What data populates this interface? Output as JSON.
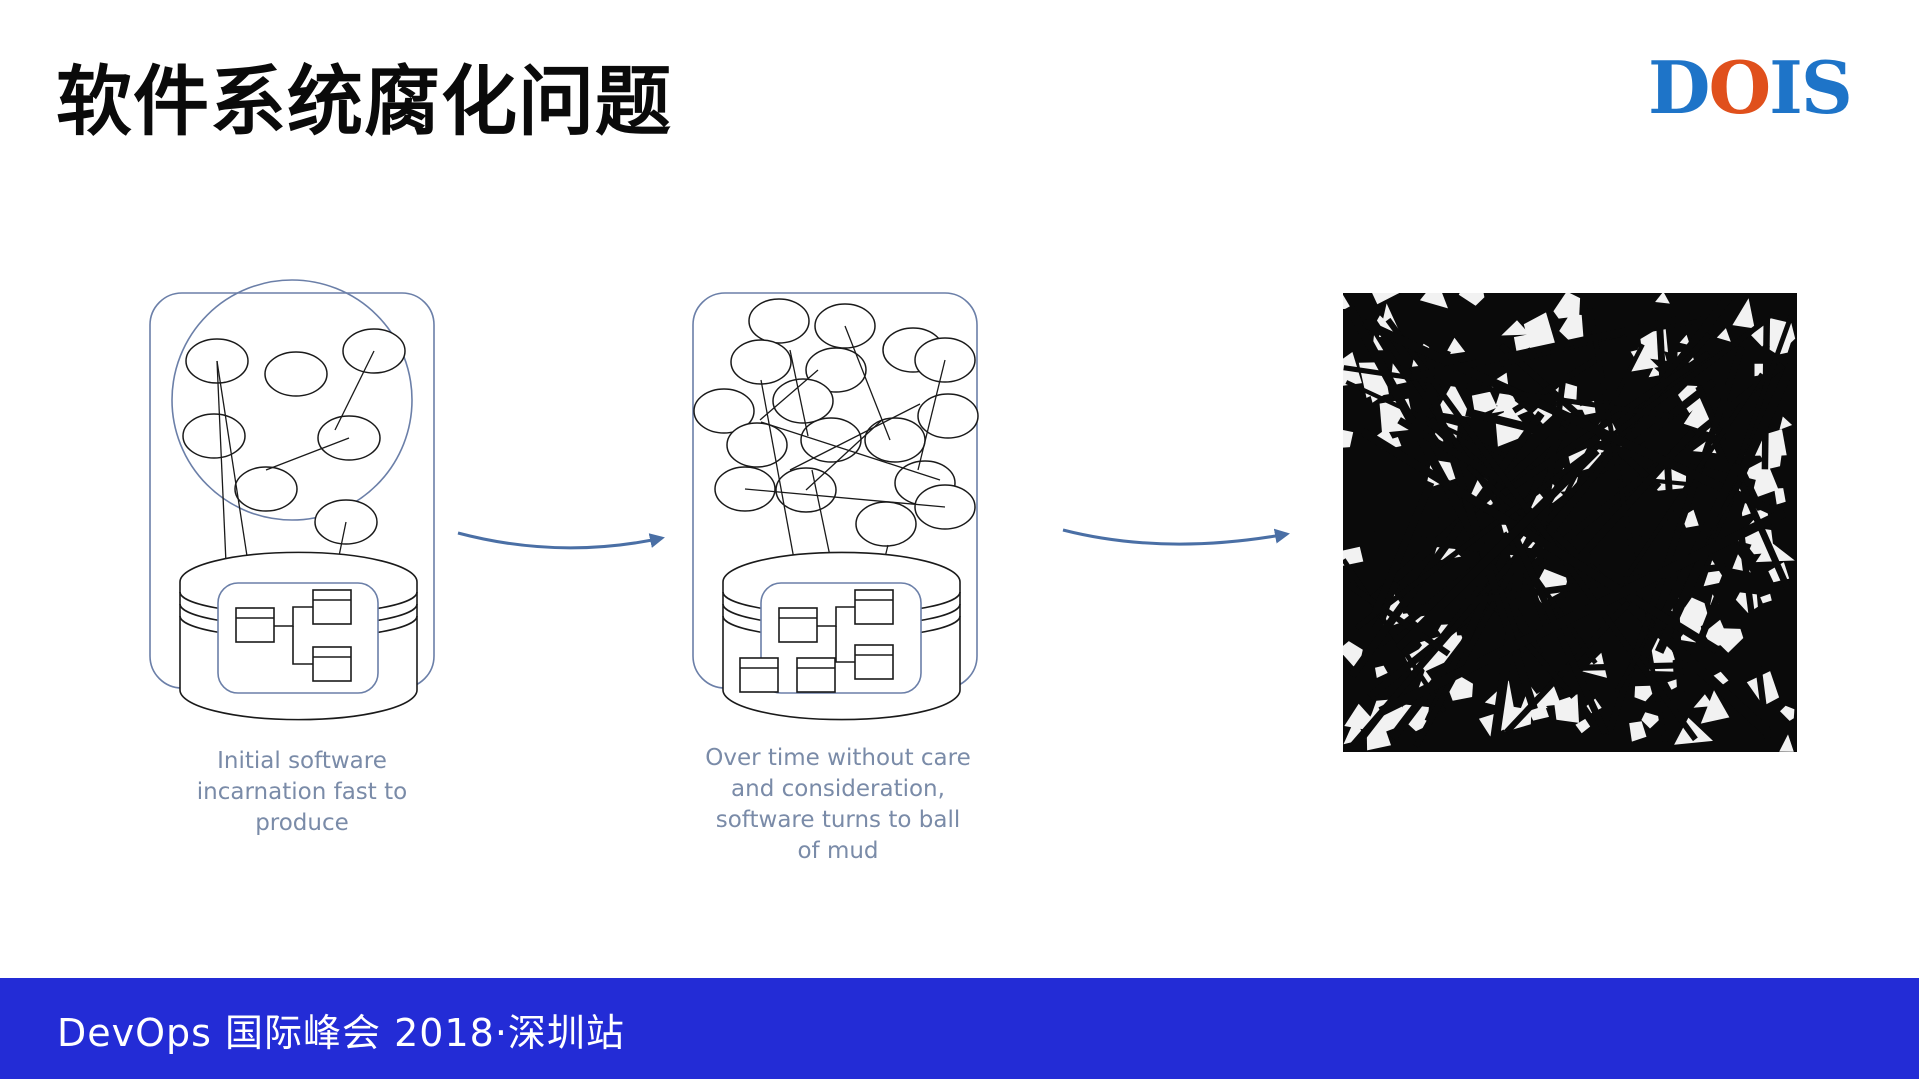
{
  "slide": {
    "title": "软件系统腐化问题",
    "logo": {
      "letters": [
        "D",
        "O",
        "I",
        "S"
      ],
      "colors": [
        "#1e74c8",
        "#e0501c",
        "#1e74c8",
        "#1e74c8"
      ]
    }
  },
  "diagram": {
    "captions": [
      [
        "Initial software",
        "incarnation fast to",
        "produce"
      ],
      [
        "Over time without care",
        "and consideration,",
        "software turns to ball",
        "of mud"
      ]
    ]
  },
  "footer": {
    "text": "DevOps 国际峰会 2018·深圳站"
  },
  "colors": {
    "footer_bg": "#232cd6",
    "diagram_stroke": "#6b7fa8",
    "arrow": "#4a6fa5"
  }
}
